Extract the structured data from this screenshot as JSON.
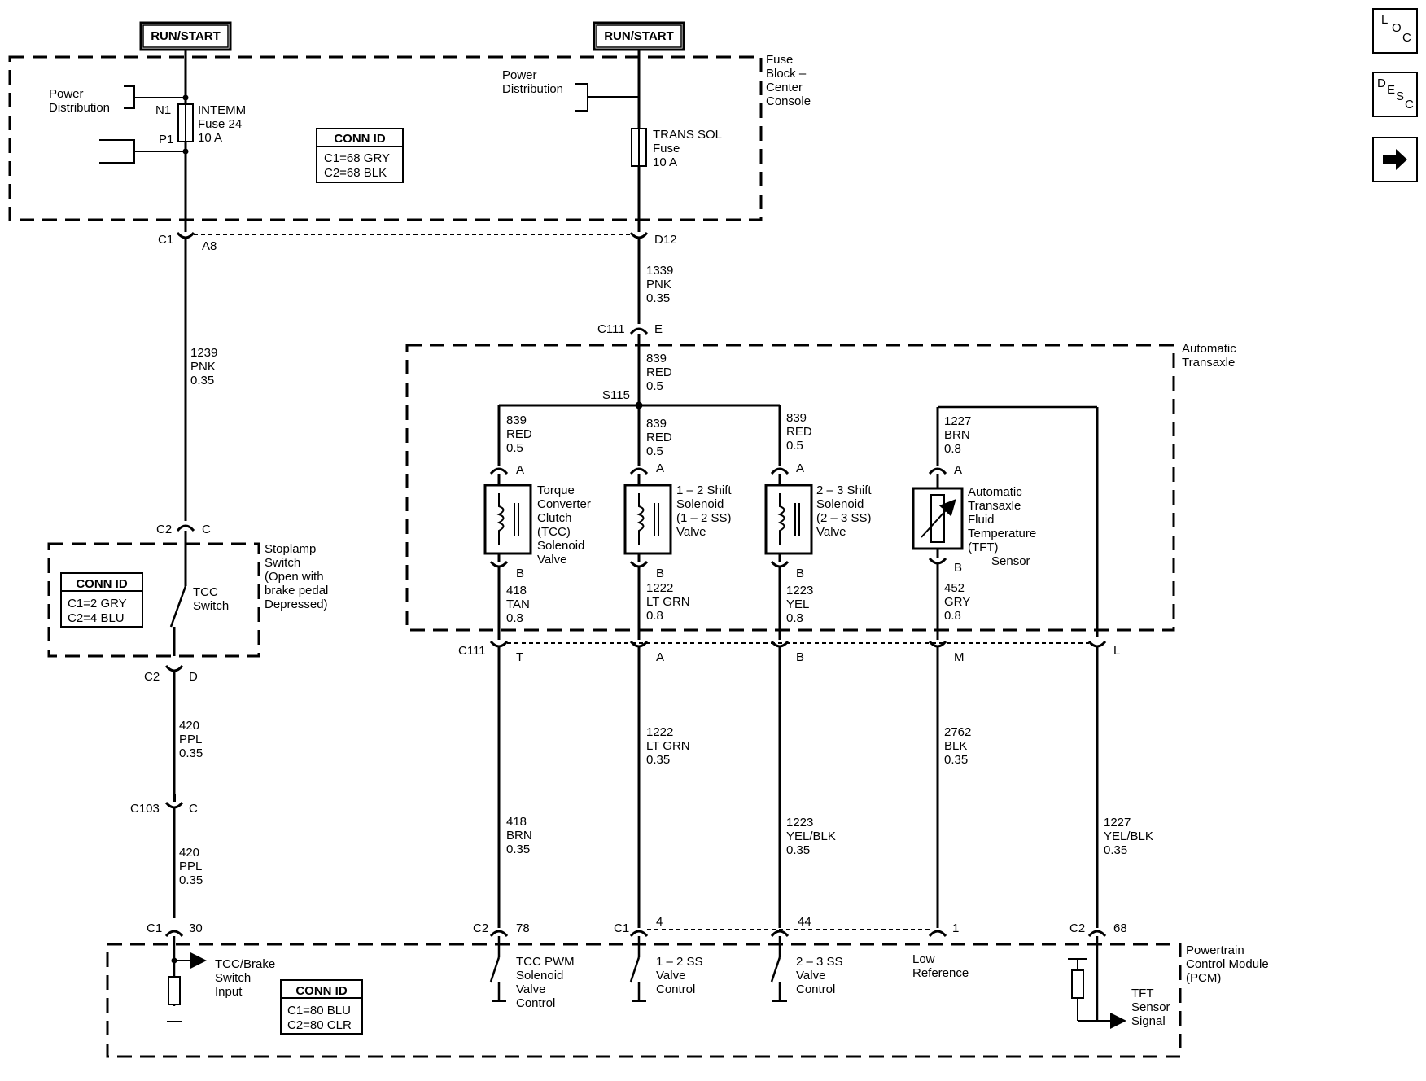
{
  "top": {
    "run_start_left": "RUN/START",
    "run_start_right": "RUN/START"
  },
  "fuse_block": {
    "label": [
      "Fuse",
      "Block –",
      "Center",
      "Console"
    ],
    "power_dist_left": [
      "Power",
      "Distribution"
    ],
    "power_dist_right": [
      "Power",
      "Distribution"
    ],
    "n1": "N1",
    "p1": "P1",
    "fuse24": [
      "INTEMM",
      "Fuse 24",
      "10 A"
    ],
    "trans_sol": [
      "TRANS SOL",
      "Fuse",
      "10 A"
    ],
    "conn_id_title": "CONN ID",
    "conn_id_lines": [
      "C1=68 GRY",
      "C2=68 BLK"
    ]
  },
  "connectors": {
    "c1": "C1",
    "a8": "A8",
    "d12": "D12",
    "c111_top": "C111",
    "e": "E",
    "s115": "S115",
    "c2_top": "C2",
    "c_top": "C",
    "c2_bottom": "C2",
    "d": "D",
    "c103": "C103",
    "c103_pin": "C",
    "c111_bottom": "C111",
    "pin_t": "T",
    "pin_a": "A",
    "pin_b": "B",
    "pin_m": "M",
    "pin_l": "L",
    "pcm_c1_30": "C1",
    "pin_30": "30",
    "pcm_c2_78": "C2",
    "pin_78": "78",
    "pcm_c1_4": "C1",
    "pin_4": "4",
    "pin_44": "44",
    "pin_1": "1",
    "pcm_c2_68": "C2",
    "pin_68": "68",
    "sol_a": "A",
    "sol_b": "B"
  },
  "wires": {
    "w1339": [
      "1339",
      "PNK",
      "0.35"
    ],
    "w1239": [
      "1239",
      "PNK",
      "0.35"
    ],
    "w839_main": [
      "839",
      "RED",
      "0.5"
    ],
    "w839_1": [
      "839",
      "RED",
      "0.5"
    ],
    "w839_2": [
      "839",
      "RED",
      "0.5"
    ],
    "w839_3": [
      "839",
      "RED",
      "0.5"
    ],
    "w1227_top": [
      "1227",
      "BRN",
      "0.8"
    ],
    "w418_tan": [
      "418",
      "TAN",
      "0.8"
    ],
    "w1222_08": [
      "1222",
      "LT GRN",
      "0.8"
    ],
    "w1223_08": [
      "1223",
      "YEL",
      "0.8"
    ],
    "w452": [
      "452",
      "GRY",
      "0.8"
    ],
    "w420_a": [
      "420",
      "PPL",
      "0.35"
    ],
    "w420_b": [
      "420",
      "PPL",
      "0.35"
    ],
    "w1222_035": [
      "1222",
      "LT GRN",
      "0.35"
    ],
    "w2762": [
      "2762",
      "BLK",
      "0.35"
    ],
    "w418_brn": [
      "418",
      "BRN",
      "0.35"
    ],
    "w1223_035": [
      "1223",
      "YEL/BLK",
      "0.35"
    ],
    "w1227_bottom": [
      "1227",
      "YEL/BLK",
      "0.35"
    ]
  },
  "components": {
    "transaxle_label": [
      "Automatic",
      "Transaxle"
    ],
    "tcc_valve": [
      "Torque",
      "Converter",
      "Clutch",
      "(TCC)",
      "Solenoid",
      "Valve"
    ],
    "ss12_valve": [
      "1 – 2 Shift",
      "Solenoid",
      "(1 – 2 SS)",
      "Valve"
    ],
    "ss23_valve": [
      "2 – 3 Shift",
      "Solenoid",
      "(2 – 3 SS)",
      "Valve"
    ],
    "tft_sensor": [
      "Automatic",
      "Transaxle",
      "Fluid",
      "Temperature",
      "(TFT)",
      "Sensor"
    ],
    "stoplamp": [
      "Stoplamp",
      "Switch",
      "(Open with",
      "brake pedal",
      "Depressed)"
    ],
    "tcc_switch": [
      "TCC",
      "Switch"
    ],
    "stoplamp_conn_title": "CONN ID",
    "stoplamp_conn_lines": [
      "C1=2 GRY",
      "C2=4 BLU"
    ]
  },
  "pcm": {
    "label": [
      "Powertrain",
      "Control Module",
      "(PCM)"
    ],
    "tcc_brake_input": [
      "TCC/Brake",
      "Switch",
      "Input"
    ],
    "tcc_pwm": [
      "TCC PWM",
      "Solenoid",
      "Valve",
      "Control"
    ],
    "ss12_control": [
      "1 – 2 SS",
      "Valve",
      "Control"
    ],
    "ss23_control": [
      "2 – 3 SS",
      "Valve",
      "Control"
    ],
    "low_ref": [
      "Low",
      "Reference"
    ],
    "tft_signal": [
      "TFT",
      "Sensor",
      "Signal"
    ],
    "conn_id_title": "CONN ID",
    "conn_id_lines": [
      "C1=80 BLU",
      "C2=80 CLR"
    ]
  },
  "nav": {
    "loc": [
      "L",
      "O",
      "C"
    ],
    "desc": [
      "D",
      "E",
      "S",
      "C"
    ]
  },
  "icons": {
    "next": "arrow-right-icon"
  }
}
